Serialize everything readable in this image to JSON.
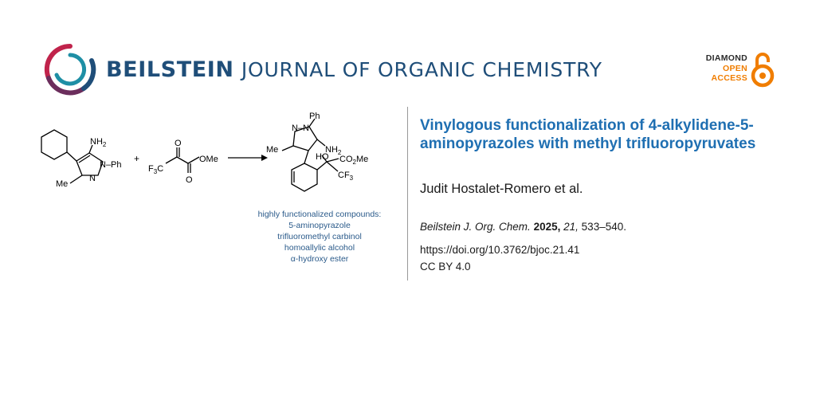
{
  "header": {
    "journal_name_bold": "BEILSTEIN",
    "journal_name_rest": "JOURNAL OF ORGANIC CHEMISTRY",
    "open_access": {
      "line1": "DIAMOND",
      "line2": "OPEN",
      "line3": "ACCESS"
    }
  },
  "graphic": {
    "reactant1": {
      "nh2": "NH",
      "nh2_sub": "2",
      "nph": "N–Ph",
      "n": "N",
      "me": "Me"
    },
    "plus": "+",
    "reactant2": {
      "o_top": "O",
      "f3c": "F",
      "f3c_sub": "3",
      "f3c_c": "C",
      "ome": "OMe",
      "o_bottom": "O"
    },
    "product": {
      "ph": "Ph",
      "nn": "N–N",
      "me": "Me",
      "nh2": "NH",
      "nh2_sub": "2",
      "ho": "HO",
      "co2me_a": "CO",
      "co2me_sub": "2",
      "co2me_b": "Me",
      "cf3": "CF",
      "cf3_sub": "3"
    },
    "caption": [
      "highly functionalized compounds:",
      "5-aminopyrazole",
      "trifluoromethyl carbinol",
      "homoallylic alcohol",
      "α-hydroxy ester"
    ]
  },
  "article": {
    "title": "Vinylogous functionalization of 4-alkylidene-5-aminopyrazoles with methyl trifluoropyruvates",
    "authors": "Judit Hostalet-Romero et al.",
    "citation": {
      "journal": "Beilstein J. Org. Chem.",
      "year": "2025,",
      "volume": "21,",
      "pages": "533–540."
    },
    "doi": "https://doi.org/10.3762/bjoc.21.41",
    "license": "CC BY 4.0"
  },
  "colors": {
    "navy": "#1f4e79",
    "title_blue": "#1f6fb2",
    "orange": "#f07d00",
    "crimson": "#c0234b",
    "teal": "#1e8fa5",
    "caption_blue": "#2a5a8a"
  }
}
